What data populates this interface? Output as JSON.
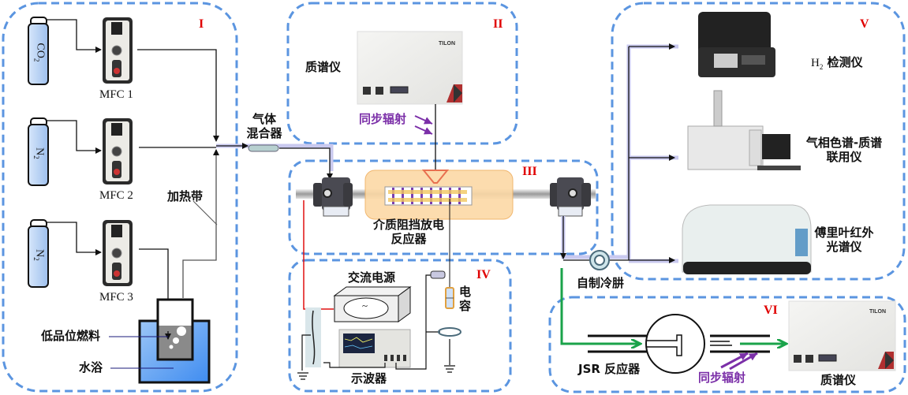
{
  "colors": {
    "section_border": "#5b95e0",
    "roman_numeral": "#e00000",
    "radiation": "#7b2fa8",
    "green_flow": "#1aa34a",
    "ac_wire": "#e01010",
    "cylinder_fill": "#b9d3f3"
  },
  "sections": [
    {
      "id": "I",
      "numeral": "I"
    },
    {
      "id": "II",
      "numeral": "II"
    },
    {
      "id": "III",
      "numeral": "III"
    },
    {
      "id": "IV",
      "numeral": "IV"
    },
    {
      "id": "V",
      "numeral": "V"
    },
    {
      "id": "VI",
      "numeral": "VI"
    }
  ],
  "gas_supply": {
    "cylinders": [
      {
        "gas": "CO",
        "sub": "2"
      },
      {
        "gas": "N",
        "sub": "2"
      },
      {
        "gas": "N",
        "sub": "2"
      }
    ],
    "mfcs": [
      "MFC 1",
      "MFC 2",
      "MFC 3"
    ],
    "heating_tape": "加热带",
    "fuel": "低品位燃料",
    "water_bath": "水浴"
  },
  "mixer": {
    "line1": "气体",
    "line2": "混合器"
  },
  "section2": {
    "ms_label": "质谱仪",
    "radiation": "同步辐射",
    "brand": "TILON"
  },
  "section3": {
    "reactor_line1": "介质阻挡放电",
    "reactor_line2": "反应器"
  },
  "section4": {
    "ac_power": "交流电源",
    "ac_symbol": "~",
    "capacitor_1": "电",
    "capacitor_2": "容",
    "oscilloscope": "示波器"
  },
  "cold_trap": "自制冷肼",
  "section5": {
    "h2_detector": {
      "prefix": "H",
      "sub": "2",
      "suffix": " 检测仪"
    },
    "gcms_line1": "气相色谱-质谱",
    "gcms_line2": "联用仪",
    "ftir_line1": "傅里叶红外",
    "ftir_line2": "光谱仪"
  },
  "section6": {
    "jsr": "JSR 反应器",
    "radiation": "同步辐射",
    "ms_label": "质谱仪",
    "brand": "TILON"
  }
}
